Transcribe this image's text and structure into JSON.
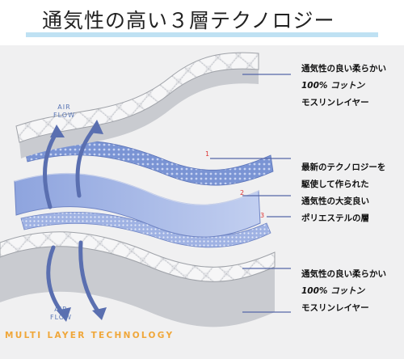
{
  "title": "通気性の高い３層テクノロジー",
  "airflow_top": {
    "line1": "AIR",
    "line2": "FLOW"
  },
  "airflow_bottom": {
    "line1": "AIR",
    "line2": "FLOW"
  },
  "layer_numbers": [
    "1",
    "2",
    "3"
  ],
  "labels_top": [
    "通気性の良い柔らかい",
    "100% コットン",
    "モスリンレイヤー"
  ],
  "labels_middle": [
    "最新のテクノロジーを",
    "駆使して作られた",
    "通気性の大変良い",
    "ポリエステルの層"
  ],
  "labels_bottom": [
    "通気性の良い柔らかい",
    "100% コットン",
    "モスリンレイヤー"
  ],
  "tagline": "MULTI LAYER TECHNOLOGY",
  "colors": {
    "title_underline": "#bfe1f3",
    "mesh_blue": "#7b95d6",
    "arrow_blue": "#5a6fb0",
    "tagline_orange": "#f0a73a",
    "line_blue": "#5567a8"
  }
}
